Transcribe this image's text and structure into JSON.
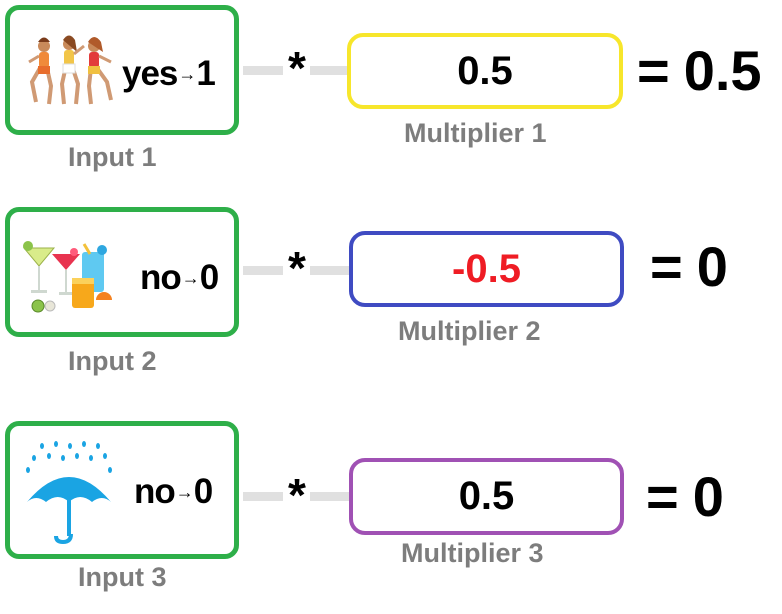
{
  "rows": [
    {
      "input_label": "yes",
      "input_number": "1",
      "input_caption": "Input 1",
      "input_icon": "dancing-friends-icon",
      "operator": "*",
      "multiplier_value": "0.5",
      "multiplier_caption": "Multiplier 1",
      "equals": "=",
      "result": "0.5"
    },
    {
      "input_label": "no",
      "input_number": "0",
      "input_caption": "Input 2",
      "input_icon": "cocktail-drinks-icon",
      "operator": "*",
      "multiplier_value": "-0.5",
      "multiplier_caption": "Multiplier 2",
      "equals": "=",
      "result": "0"
    },
    {
      "input_label": "no",
      "input_number": "0",
      "input_caption": "Input 3",
      "input_icon": "umbrella-rain-icon",
      "operator": "*",
      "multiplier_value": "0.5",
      "multiplier_caption": "Multiplier 3",
      "equals": "=",
      "result": "0"
    }
  ],
  "colors": {
    "input_border": "#2eaf49",
    "multiplier_1_border": "#f7e62b",
    "multiplier_2_border": "#3f4bc2",
    "multiplier_3_border": "#a051b4",
    "negative_value": "#ef1c24",
    "caption": "#7d7d7d",
    "connector": "#e0e0e0",
    "umbrella": "#1aa4e3"
  }
}
